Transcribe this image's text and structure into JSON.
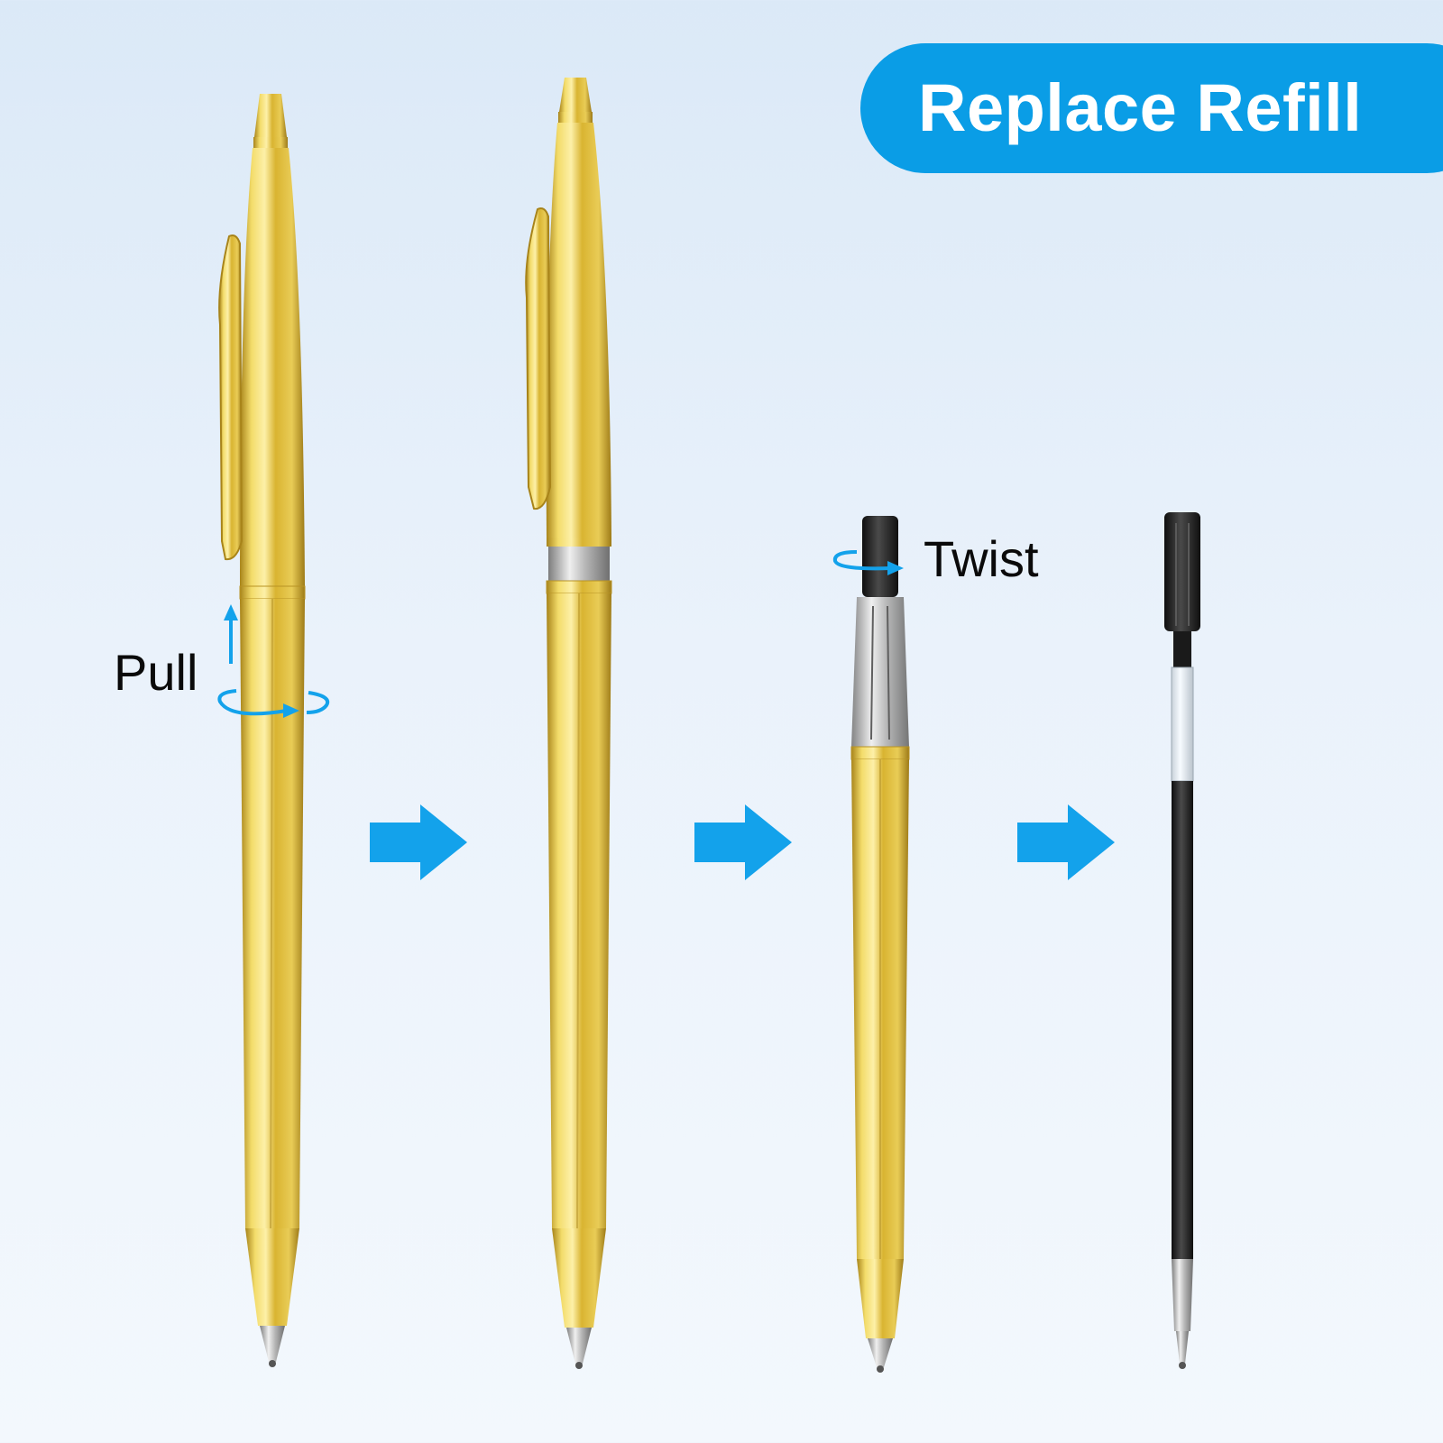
{
  "banner": {
    "title": "Replace Refill"
  },
  "steps": {
    "pull_label": "Pull",
    "twist_label": "Twist"
  },
  "icons": {
    "step_arrow": "right-arrow-icon",
    "pull_arrow": "up-arrow-icon",
    "rotate_arrow": "rotate-arrow-icon"
  },
  "colors": {
    "accent": "#0a9de6",
    "gold": "#d9b431",
    "refill_black": "#1e1e1e",
    "background": "#e4eef9"
  }
}
